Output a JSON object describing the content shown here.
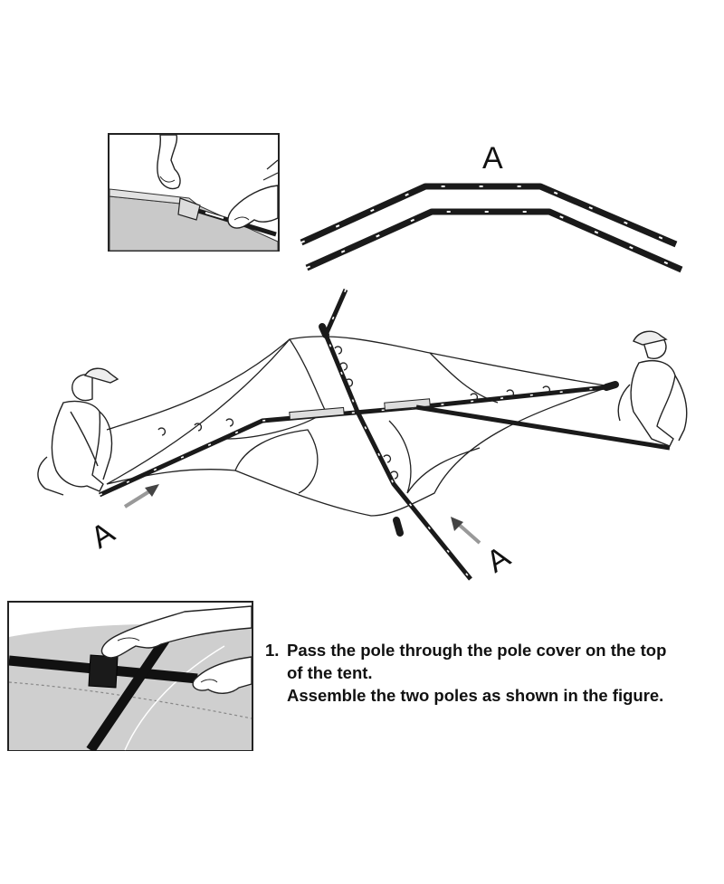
{
  "labels": {
    "pole_set_label": "A",
    "arrow_left_label": "A",
    "arrow_right_label": "A"
  },
  "instruction": {
    "number": "1.",
    "line1": "Pass the pole through the pole cover on the top",
    "line2": "of the tent.",
    "line3": "Assemble the two poles as shown in the figure."
  },
  "colors": {
    "line": "#222222",
    "pole": "#1a1a1a",
    "tent_fabric": "#c8c8c8",
    "skin": "#ffffff"
  }
}
